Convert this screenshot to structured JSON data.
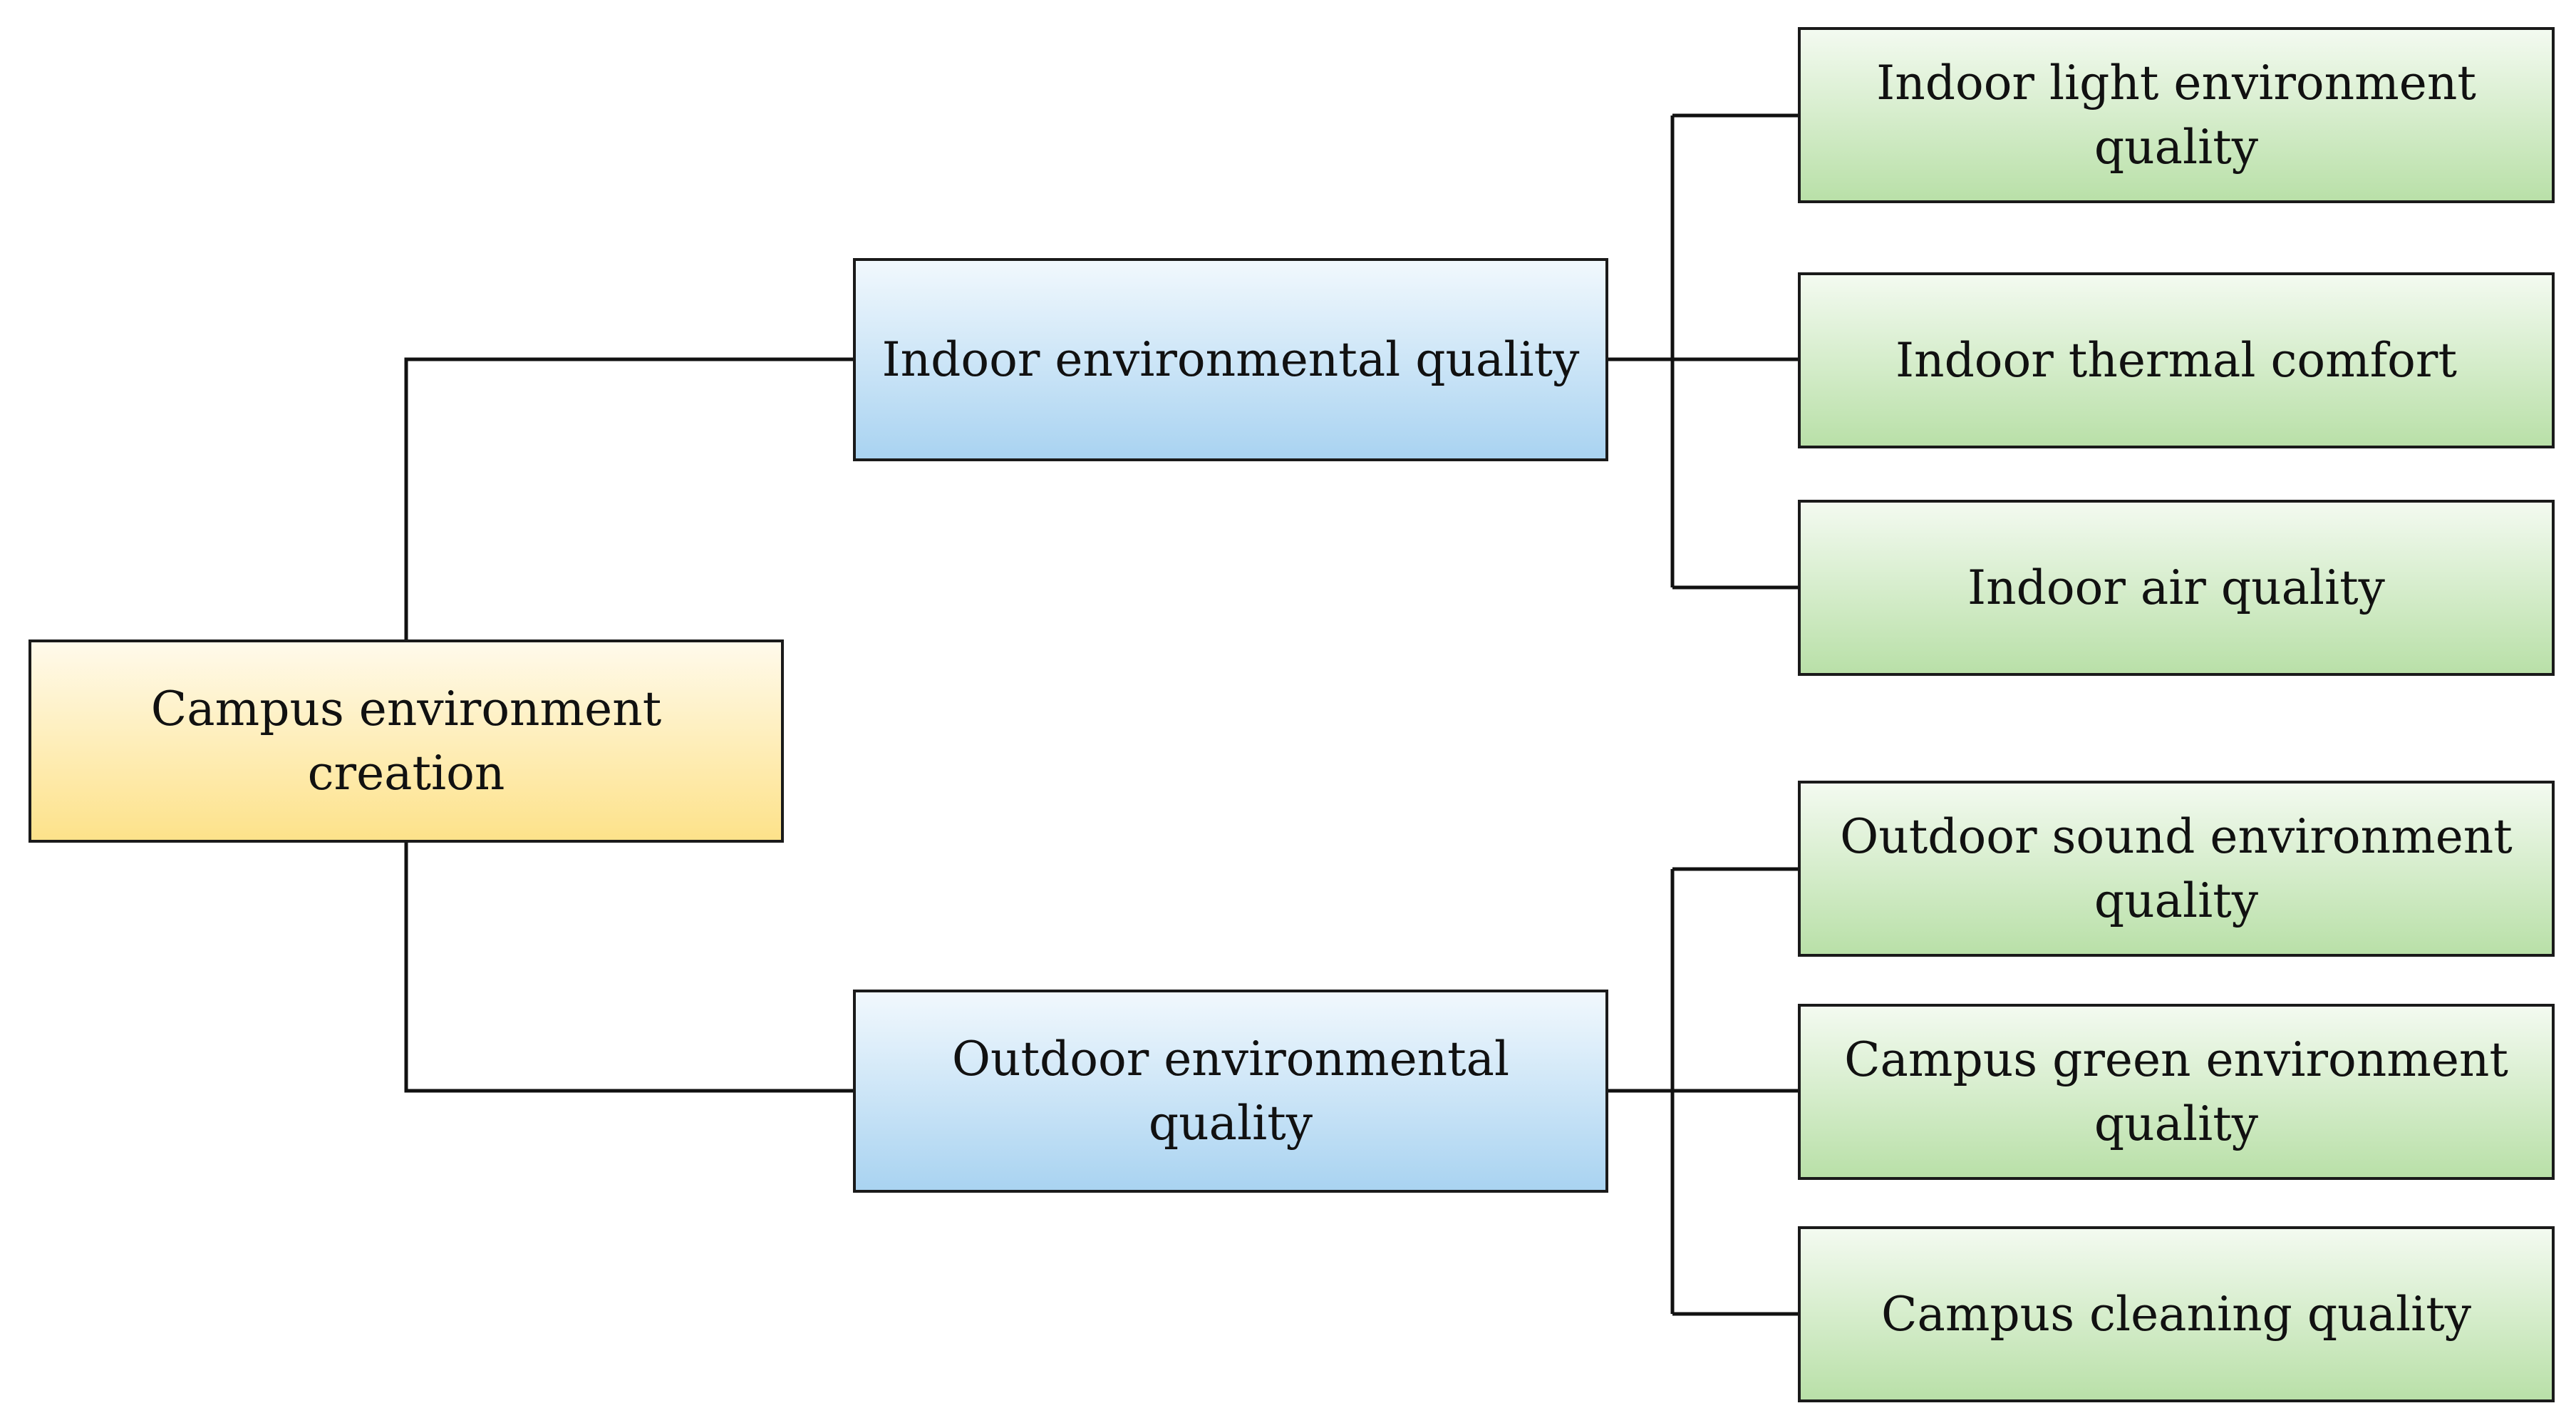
{
  "diagram": {
    "root": {
      "label": "Campus environment creation"
    },
    "branches": [
      {
        "label": "Indoor environmental quality",
        "children": [
          "Indoor light environment quality",
          "Indoor thermal comfort",
          "Indoor air quality"
        ]
      },
      {
        "label": "Outdoor environmental quality",
        "children": [
          "Outdoor sound environment quality",
          "Campus green environment quality",
          "Campus cleaning quality"
        ]
      }
    ],
    "colors": {
      "root_fill": "#fde28a",
      "branch_fill": "#a9d3f1",
      "leaf_fill": "#b9e0a8",
      "line": "#111111"
    }
  }
}
